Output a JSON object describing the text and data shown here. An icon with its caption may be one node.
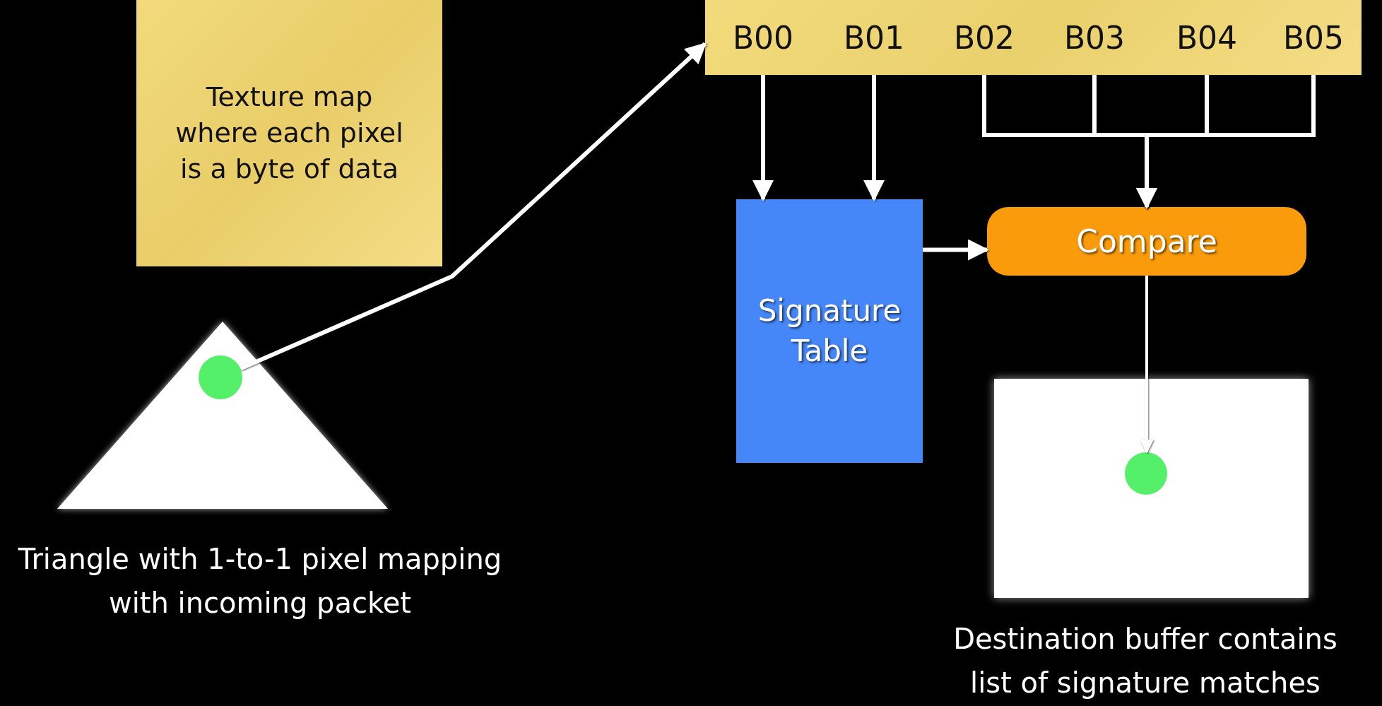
{
  "diagram": {
    "nodes": [
      {
        "text": [
          "Texture map where each pixel is a byte of data"
        ]
      },
      {
        "text": [],
        "shape": "triangle",
        "beside": [
          "Triangle with 1-to-1 pixel mapping with incoming packet"
        ]
      },
      {
        "text": [],
        "shape": "circle",
        "in": 1
      },
      {
        "text": [],
        "shape": "bar"
      },
      {
        "text": [
          "B00"
        ],
        "in": 3
      },
      {
        "text": [
          "B01"
        ],
        "in": 3
      },
      {
        "text": [
          "B02"
        ],
        "in": 3
      },
      {
        "text": [
          "B03"
        ],
        "in": 3
      },
      {
        "text": [
          "B04"
        ],
        "in": 3
      },
      {
        "text": [
          "B05"
        ],
        "in": 3
      },
      {
        "text": [
          "Signature Table"
        ]
      },
      {
        "text": [
          "Compare"
        ]
      },
      {
        "text": [],
        "shape": "box",
        "beside": [
          "Destination buffer contains list of signature matches"
        ]
      },
      {
        "text": [],
        "shape": "circle",
        "in": 12
      }
    ],
    "edges": [
      {
        "from": 2,
        "to": 3,
        "arrow": "to"
      },
      {
        "from": 4,
        "to": 10,
        "arrow": "to"
      },
      {
        "from": 5,
        "to": 10,
        "arrow": "to"
      },
      {
        "from": 6,
        "to": 11,
        "arrow": "to"
      },
      {
        "from": 7,
        "to": 11,
        "arrow": "to"
      },
      {
        "from": 8,
        "to": 11,
        "arrow": "to"
      },
      {
        "from": 9,
        "to": 11,
        "arrow": "to"
      },
      {
        "from": 10,
        "to": 11,
        "arrow": "to"
      },
      {
        "from": 11,
        "to": 13,
        "arrow": "to"
      }
    ]
  }
}
